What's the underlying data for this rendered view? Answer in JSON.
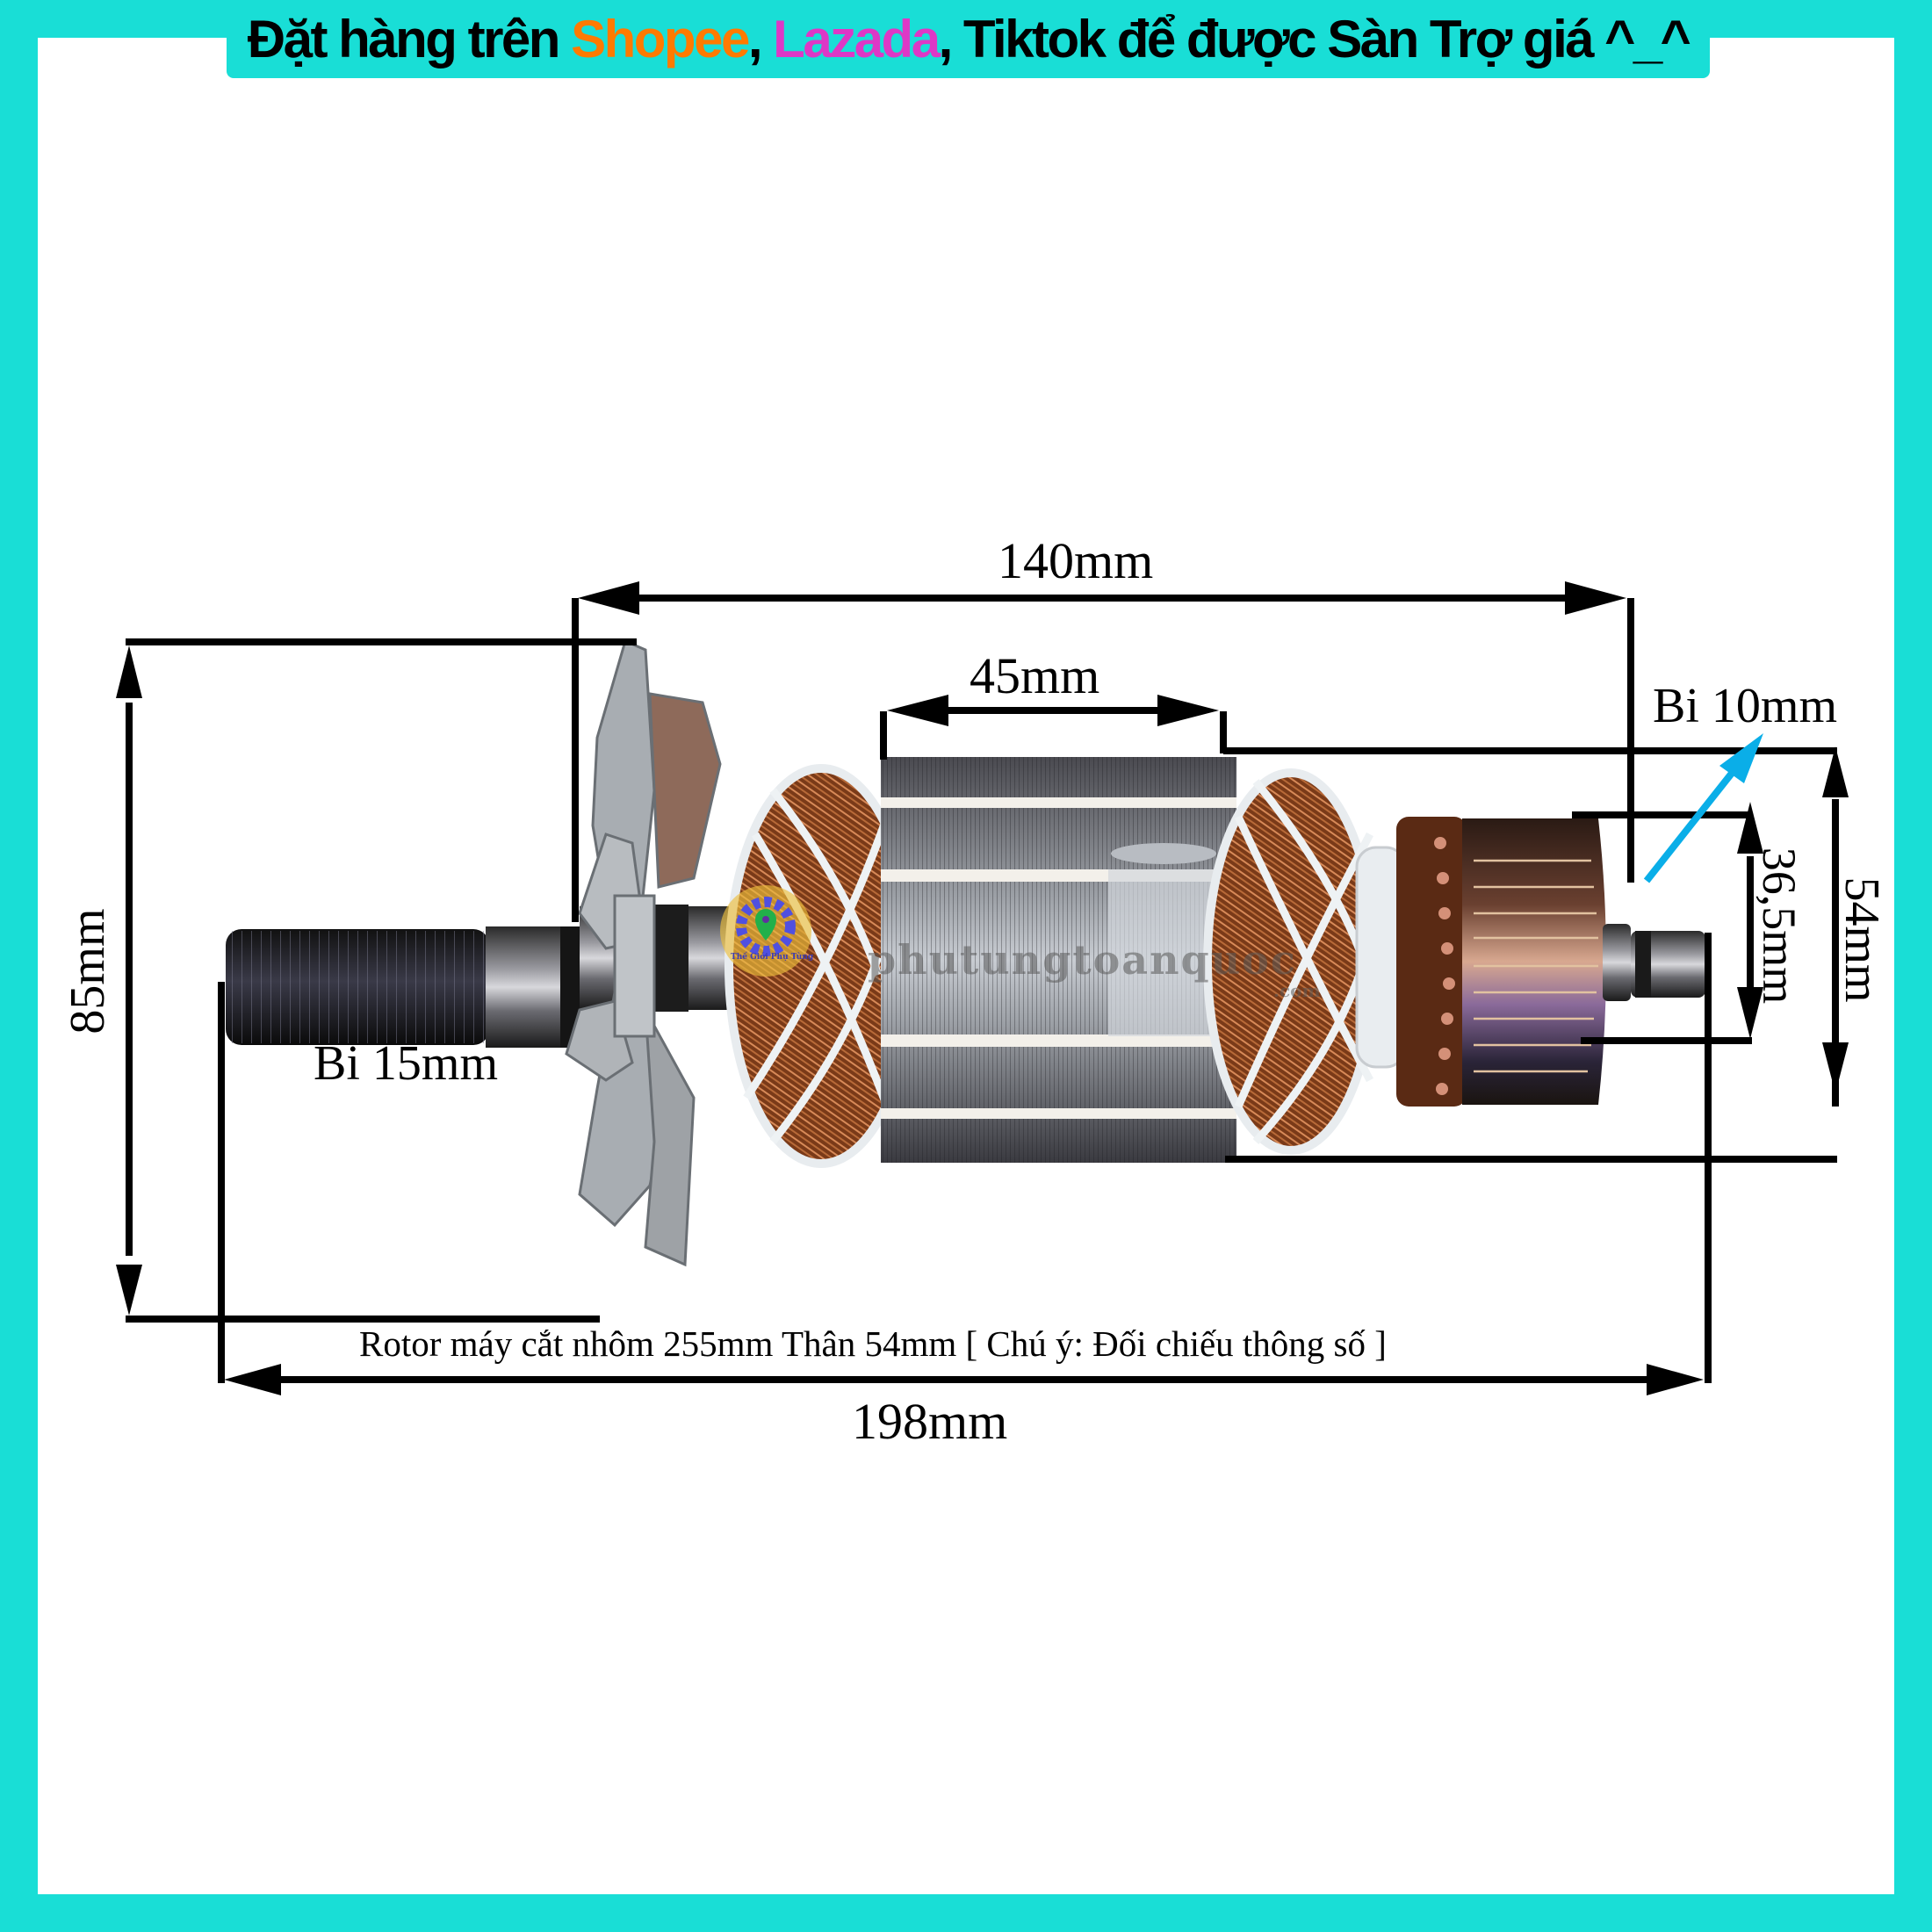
{
  "banner": {
    "prefix": "Đặt hàng trên ",
    "shopee": "Shopee",
    "sep1": ", ",
    "lazada": "Lazada",
    "suffix": ", Tiktok để được Sàn Trợ giá ^_^",
    "colors": {
      "background": "#19ded6",
      "shopee": "#ff7a00",
      "lazada": "#dd38c6",
      "text": "#000000"
    }
  },
  "dimensions": {
    "overall_length": "198mm",
    "core_to_commutator": "140mm",
    "core_stack_length": "45mm",
    "fan_diameter": "85mm",
    "core_diameter": "54mm",
    "commutator_diameter": "36,5mm",
    "front_bearing": "Bi 15mm",
    "rear_bearing": "Bi 10mm"
  },
  "caption": "Rotor máy cắt nhôm 255mm Thân 54mm [ Chú ý: Đối chiếu thông số ]",
  "watermark": {
    "site": "phutungtoanquoc",
    "suffix": ".com",
    "logo_text": "Thế Giới Phụ Tùng"
  },
  "colors": {
    "frame": "#19ded6",
    "dimension_lines": "#000000",
    "bearing_pointer": "#0aaee8"
  }
}
